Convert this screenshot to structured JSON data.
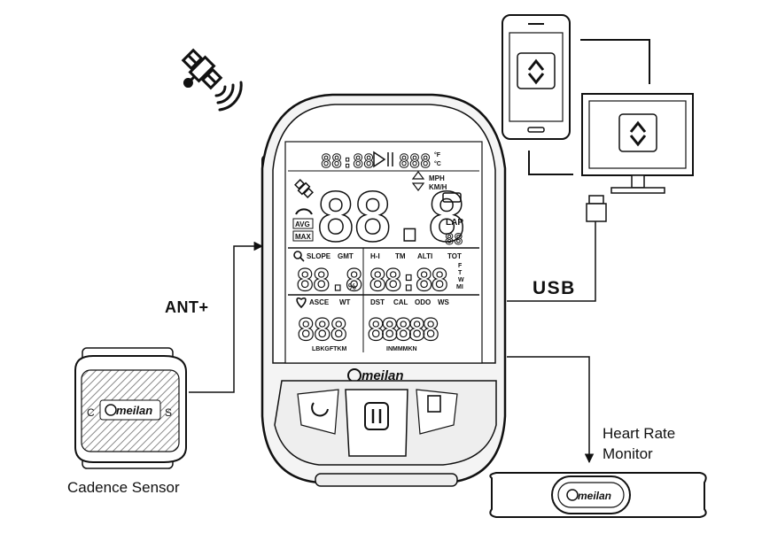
{
  "labels": {
    "ant": "ANT+",
    "usb": "USB",
    "cadence": "Cadence Sensor",
    "heart_rate_line1": "Heart Rate",
    "heart_rate_line2": "Monitor"
  },
  "device": {
    "brand": "meilan",
    "top_row_left": "88:88",
    "top_row_right": "888",
    "temp_units": [
      "°F",
      "°C"
    ],
    "speed_units": [
      "MPH",
      "KM/H"
    ],
    "main_digits": "88.8",
    "side_labels": [
      "AVG",
      "MAX"
    ],
    "lap_label": "LAP",
    "lap_digits": "88",
    "mid_tags": [
      "SLOPE",
      "GMT",
      "H-I",
      "TM",
      "ALTI",
      "TOT"
    ],
    "mid_digits_left": "88.8",
    "mid_digits_right": "88:88",
    "mid_percent": "%",
    "mid_units": [
      "F",
      "T",
      "W",
      "MI"
    ],
    "bottom_tags": [
      "ASCE",
      "WT",
      "DST",
      "CAL",
      "ODO",
      "WS"
    ],
    "bottom_digits_left": "888",
    "bottom_digits_right": "88888",
    "bottom_units_left": "LBKGFTKM",
    "bottom_units_right": "INMMMKN"
  },
  "cadence_sensor": {
    "brand": "meilan",
    "left_mark": "C",
    "right_mark": "S"
  },
  "hrm": {
    "brand": "meilan"
  },
  "colors": {
    "line": "#111111",
    "device_fill": "#f4f4f4",
    "lcd_fill": "#ffffff",
    "sensor_hatch": "#8a8a8a"
  }
}
